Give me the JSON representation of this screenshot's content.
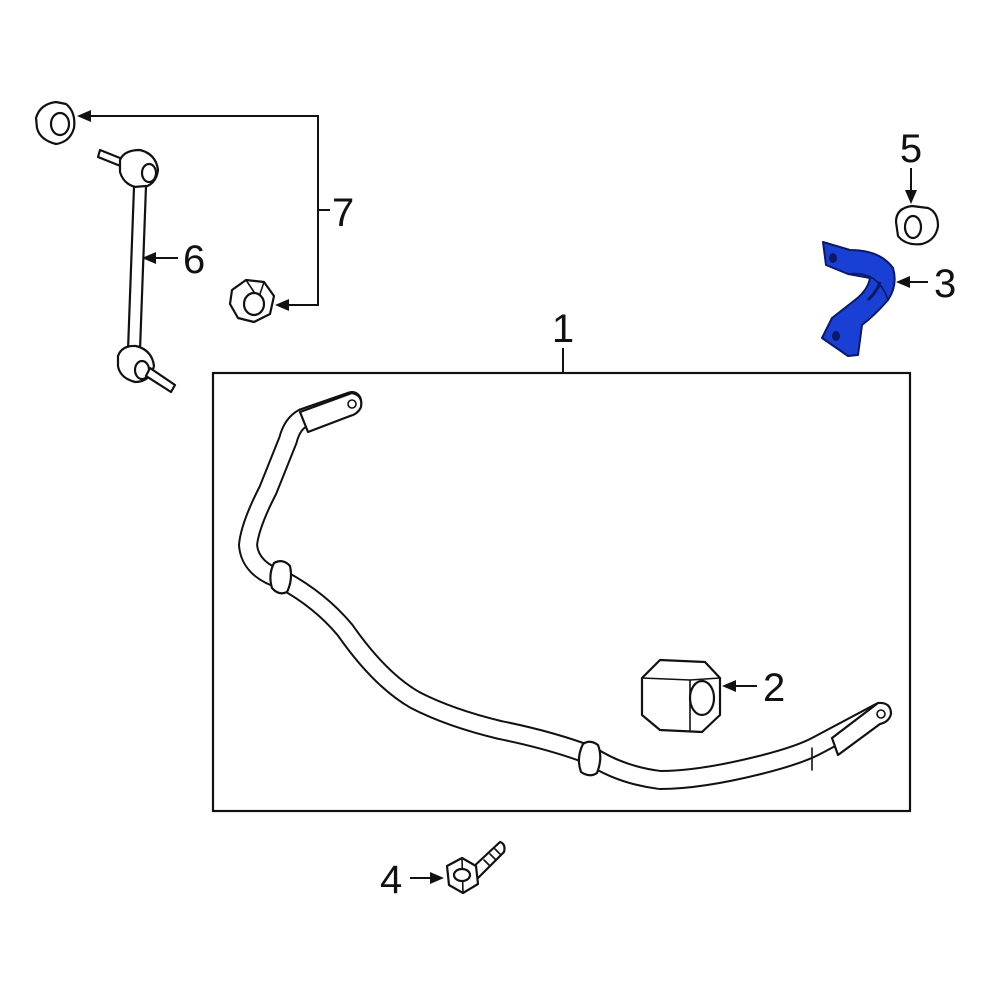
{
  "diagram": {
    "highlight_color": "#1a3fd4",
    "highlighted_part": "3",
    "callouts": {
      "stabilizer_bar": "1",
      "bushing": "2",
      "bracket": "3",
      "bolt": "4",
      "nut": "5",
      "link": "6",
      "link_nuts": "7"
    }
  }
}
